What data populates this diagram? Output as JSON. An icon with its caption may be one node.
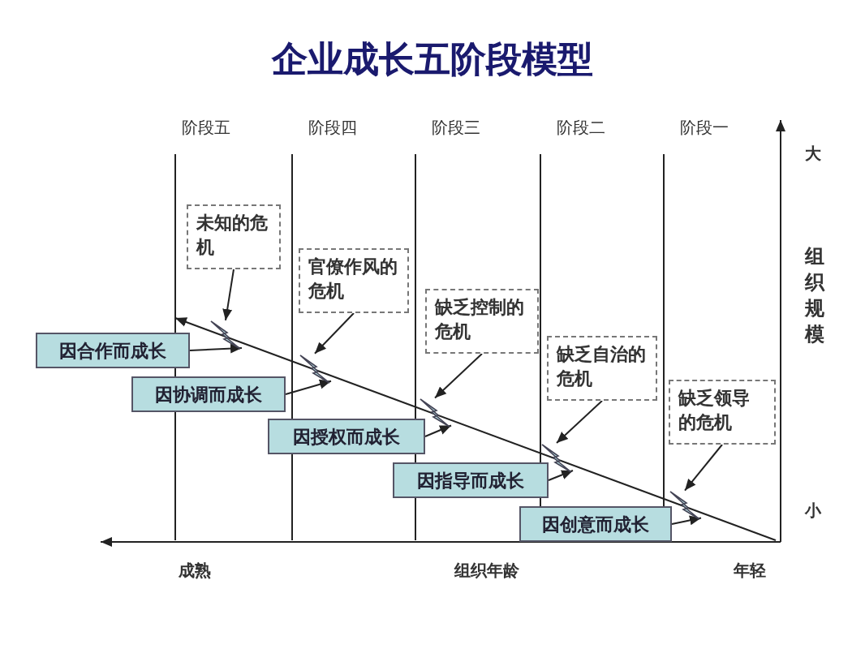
{
  "diagram": {
    "title": "企业成长五阶段模型",
    "nodes": [
      {
        "text": [
          "未知的危机"
        ]
      },
      {
        "text": [
          "官僚作风的危机"
        ]
      },
      {
        "text": [
          "缺乏控制的危机"
        ]
      },
      {
        "text": [
          "因合作而成长"
        ]
      },
      {
        "text": [
          "缺乏自治的危机"
        ]
      },
      {
        "text": [
          "因协调而成长"
        ]
      },
      {
        "text": [
          "缺乏领导的危机"
        ]
      },
      {
        "text": [
          "因授权而成长"
        ]
      },
      {
        "text": [
          "因指导而成长"
        ]
      },
      {
        "text": [
          "因创意而成长"
        ]
      },
      {
        "text": [],
        "shape": "lightning"
      },
      {
        "text": [],
        "shape": "lightning"
      },
      {
        "text": [],
        "shape": "lightning"
      },
      {
        "text": [],
        "shape": "lightning"
      },
      {
        "text": [],
        "shape": "lightning"
      }
    ],
    "edges": [
      {
        "from": 0,
        "to": 10,
        "arrow": "to"
      },
      {
        "from": 1,
        "to": 11,
        "arrow": "to"
      },
      {
        "from": 2,
        "to": 12,
        "arrow": "to"
      },
      {
        "from": 3,
        "to": 10,
        "arrow": "to"
      },
      {
        "from": 4,
        "to": 13,
        "arrow": "to"
      },
      {
        "from": 5,
        "to": 11,
        "arrow": "to"
      },
      {
        "from": 6,
        "to": 14,
        "arrow": "to"
      },
      {
        "from": 7,
        "to": 12,
        "arrow": "to"
      },
      {
        "from": 8,
        "to": 13,
        "arrow": "to"
      },
      {
        "from": 9,
        "to": 14,
        "arrow": "to"
      }
    ],
    "labels": [
      "阶段五",
      "阶段四",
      "阶段三",
      "阶段二",
      "阶段一",
      "大",
      "组织规模",
      "小",
      "成熟",
      "组织年龄",
      "年轻"
    ]
  }
}
